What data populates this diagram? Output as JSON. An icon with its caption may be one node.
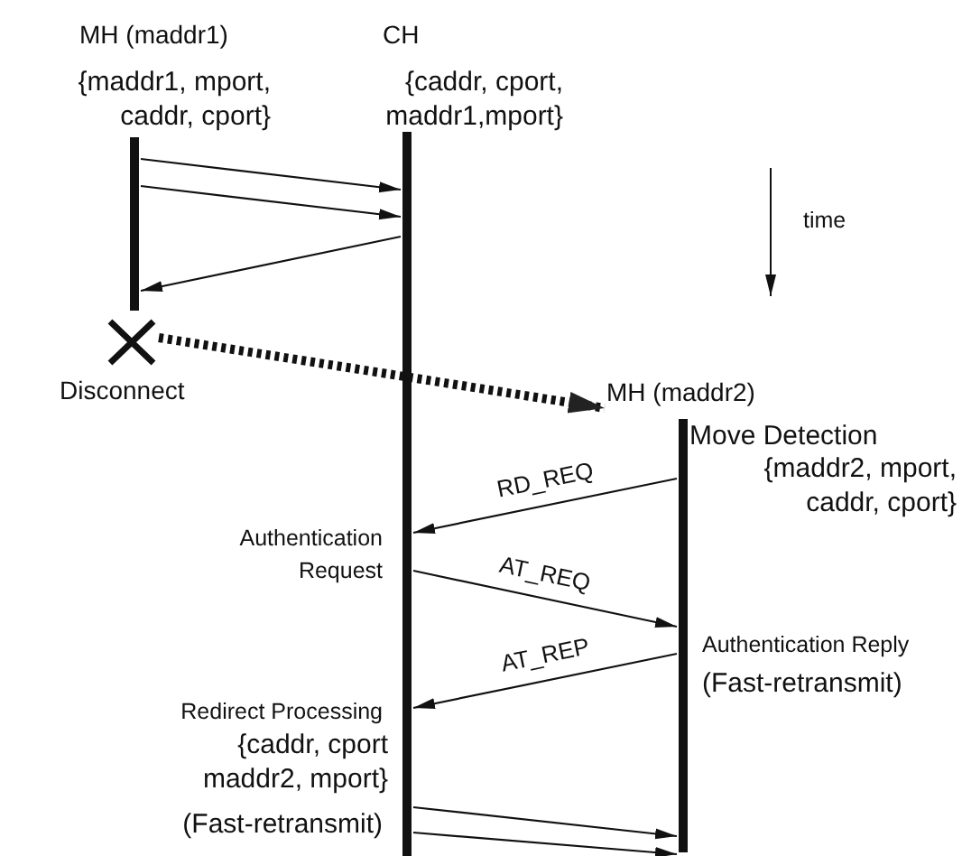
{
  "diagram": {
    "nodes": [
      {
        "text": [],
        "shape": "bar",
        "beside": [
          "MH (maddr1)",
          "{maddr1, mport, caddr, cport}"
        ]
      },
      {
        "text": [],
        "shape": "cross",
        "beside": [
          "Disconnect"
        ]
      },
      {
        "text": [],
        "shape": "bar",
        "beside": [
          "CH",
          "{caddr, cport, maddr1,mport}"
        ]
      },
      {
        "text": [
          "MH (maddr2)"
        ]
      },
      {
        "text": [],
        "shape": "bar"
      }
    ],
    "edges": [
      {
        "from": 0,
        "to": 2,
        "arrow": "to"
      },
      {
        "from": 0,
        "to": 2,
        "arrow": "to"
      },
      {
        "from": 2,
        "to": 0,
        "arrow": "to"
      },
      {
        "from": 1,
        "to": 3,
        "arrow": "to",
        "style": "dashed"
      },
      {
        "from": 4,
        "to": 2,
        "arrow": "to",
        "label": "RD_REQ"
      },
      {
        "from": 2,
        "to": 4,
        "arrow": "to",
        "label": "AT_REQ"
      },
      {
        "from": 4,
        "to": 2,
        "arrow": "to",
        "label": "AT_REP"
      },
      {
        "from": 2,
        "to": 4,
        "arrow": "to"
      },
      {
        "from": 2,
        "to": 4,
        "arrow": "to"
      }
    ],
    "labels": [
      "time",
      "Move Detection",
      "{maddr2, mport, caddr, cport}",
      "Authentication Request",
      "Authentication Reply",
      "(Fast-retransmit)",
      "Redirect Processing",
      "{caddr, cport maddr2, mport}",
      "(Fast-retransmit)"
    ]
  }
}
